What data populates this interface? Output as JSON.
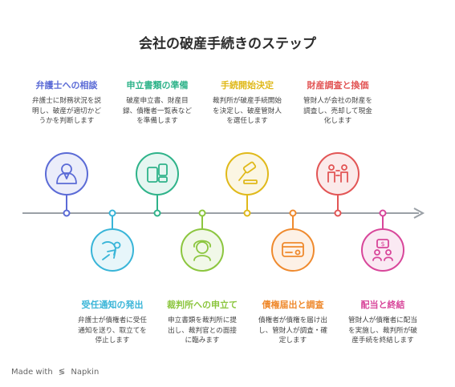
{
  "title": "会社の破産手続きのステップ",
  "steps": [
    {
      "title": "弁護士への相談",
      "desc": "弁護士に財務状況を説明し、破産が適切かどうかを判断します",
      "color": "#5b6bd6",
      "icon": "lawyer-icon"
    },
    {
      "title": "受任通知の発出",
      "desc": "弁護士が債権者に受任通知を送り、取立てを停止します",
      "color": "#39b5d8",
      "icon": "swimmer-icon"
    },
    {
      "title": "申立書類の準備",
      "desc": "破産申立書、財産目録、債権者一覧表などを準備します",
      "color": "#2fb38a",
      "icon": "documents-icon"
    },
    {
      "title": "裁判所への申立て",
      "desc": "申立書類を裁判所に提出し、裁判官との面接に臨みます",
      "color": "#8cc63f",
      "icon": "judge-icon"
    },
    {
      "title": "手続開始決定",
      "desc": "裁判所が破産手続開始を決定し、破産管財人を選任します",
      "color": "#e0b91a",
      "icon": "gavel-icon"
    },
    {
      "title": "債権届出と調査",
      "desc": "債権者が債権を届け出し、管財人が調査・確定します",
      "color": "#ef8a2e",
      "icon": "payment-card-icon"
    },
    {
      "title": "財産調査と換価",
      "desc": "管財人が会社の財産を調査し、売却して現金化します",
      "color": "#e25555",
      "icon": "asset-exchange-icon"
    },
    {
      "title": "配当と終結",
      "desc": "管財人が債権者に配当を実施し、裁判所が破産手続を終結します",
      "color": "#d8469a",
      "icon": "dividend-icon"
    }
  ],
  "footer": {
    "made_with": "Made with",
    "brand": "Napkin"
  }
}
